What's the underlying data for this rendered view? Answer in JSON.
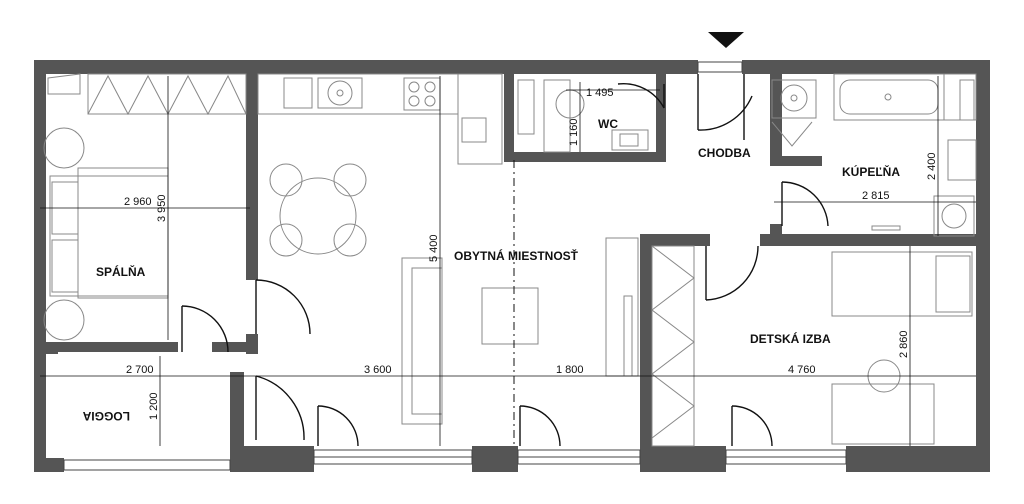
{
  "rooms": {
    "bedroom": "SPÁLŇA",
    "living": "OBYTNÁ MIESTNOSŤ",
    "wc": "WC",
    "corridor": "CHODBA",
    "bathroom": "KÚPEĽŇA",
    "kids": "DETSKÁ IZBA",
    "loggia": "LOGGIA"
  },
  "dimensions": {
    "bedroom_width": "2 960",
    "bedroom_depth": "3 950",
    "living_depth": "5 400",
    "wc_width": "1 495",
    "wc_depth": "1 160",
    "bath_depth": "2 400",
    "bath_width": "2 815",
    "kids_depth": "2 860",
    "loggia_width": "2 700",
    "loggia_depth": "1 200",
    "living_width": "3 600",
    "corridor_width": "1 800",
    "kids_width": "4 760"
  },
  "entrance_marker": "entrance-arrow"
}
